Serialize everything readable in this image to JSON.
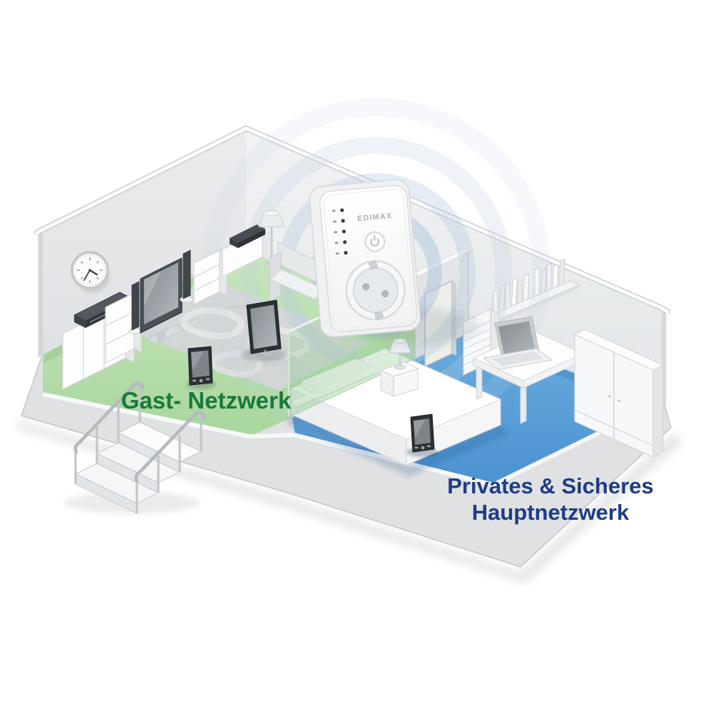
{
  "labels": {
    "guest_network": "Gast- Netzwerk",
    "private_network_line1": "Privates & Sicheres",
    "private_network_line2": "Hauptnetzwerk"
  },
  "device": {
    "brand": "EDIMAX",
    "led_count": 5
  },
  "colors": {
    "guest_text": "#187a3c",
    "guest_floor": "#b4dcaa",
    "private_text": "#1e3c85",
    "private_floor": "#57a0d9",
    "wall": "#e9ebec",
    "signal_rings": "#c3d4e9"
  }
}
